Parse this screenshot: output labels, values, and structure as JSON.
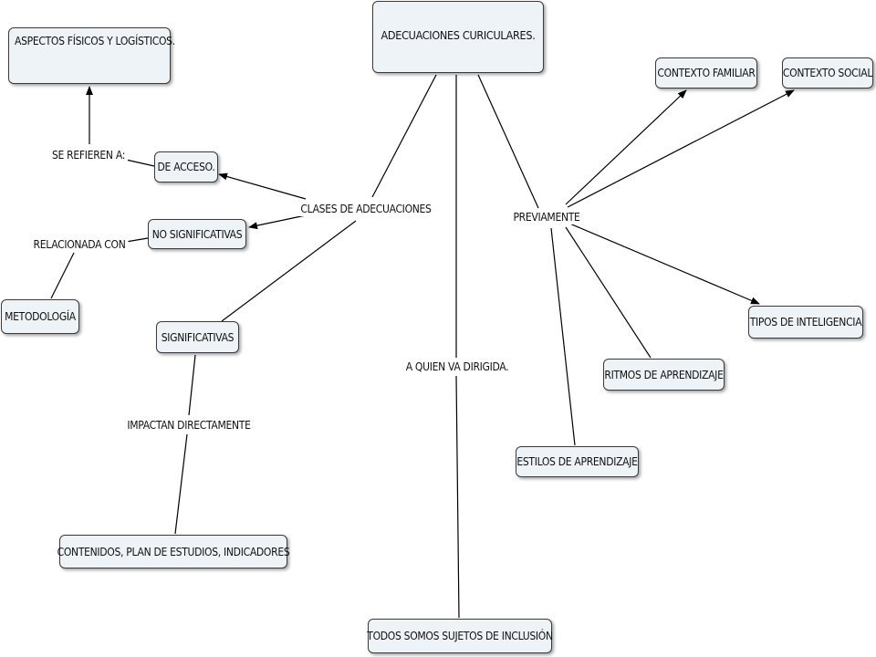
{
  "nodes": {
    "main": "ADECUACIONES CURICULARES.",
    "aspectos": "ASPECTOS FÍSICOS Y LOGÍSTICOS.",
    "acceso": "DE ACCESO.",
    "no_significativas": "NO SIGNIFICATIVAS",
    "metodologia": "METODOLOGÍA",
    "significativas": "SIGNIFICATIVAS",
    "contenidos": "CONTENIDOS, PLAN DE ESTUDIOS, INDICADORES",
    "contexto_familiar": "CONTEXTO FAMILIAR",
    "contexto_social": "CONTEXTO SOCIAL",
    "tipos_inteligencia": "TIPOS DE INTELIGENCIA",
    "ritmos": "RITMOS DE APRENDIZAJE",
    "estilos": "ESTILOS DE APRENDIZAJE",
    "todos": "TODOS SOMOS SUJETOS DE INCLUSIÓN"
  },
  "linking_phrases": {
    "clases": "CLASES DE ADECUACIONES",
    "previamente": "PREVIAMENTE",
    "a_quien": "A QUIEN VA DIRIGIDA.",
    "se_refieren": "SE REFIEREN A:",
    "relacionada": "RELACIONADA CON",
    "impactan": "IMPACTAN DIRECTAMENTE"
  },
  "colors": {
    "node_fill": "#edf3f6",
    "node_border": "#3a3a3a",
    "edge": "#000000"
  }
}
